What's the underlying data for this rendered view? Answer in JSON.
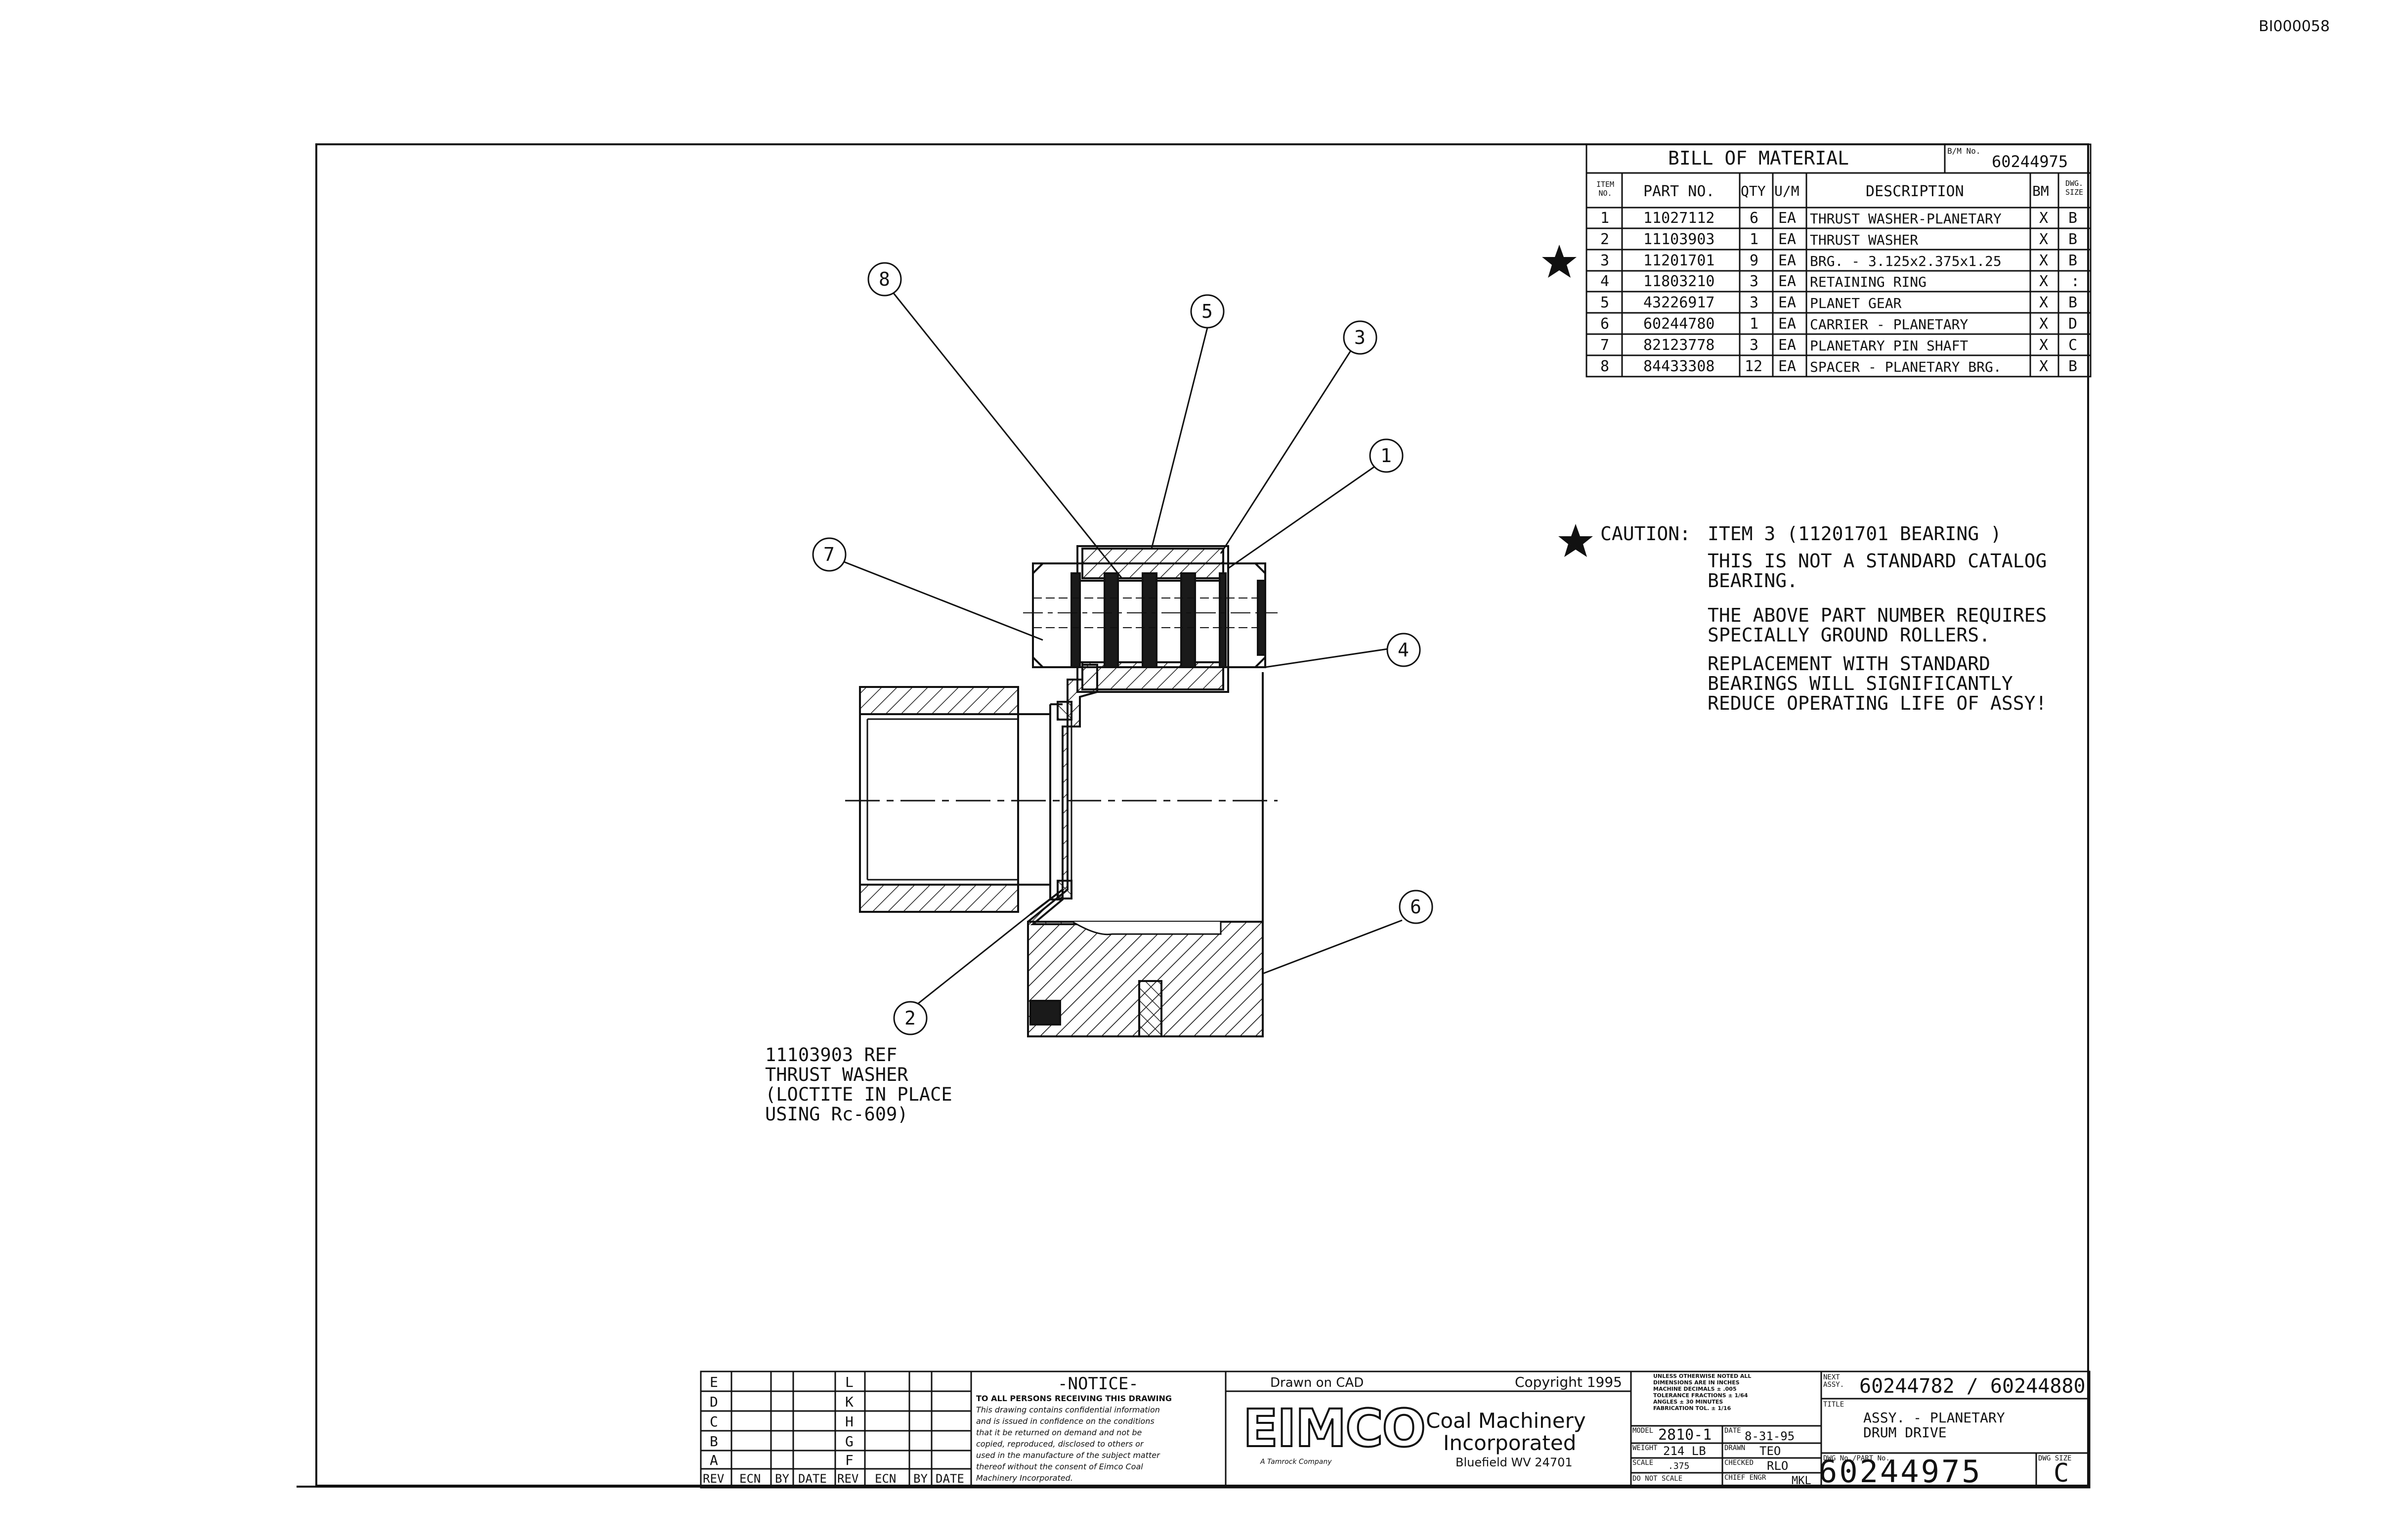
{
  "doc_id": "BI000058",
  "bom": {
    "title": "BILL OF MATERIAL",
    "bm_no_label": "B/M No.",
    "bm_no": "60244975",
    "headers": {
      "item": "ITEM NO.",
      "part": "PART NO.",
      "qty": "QTY",
      "um": "U/M",
      "desc": "DESCRIPTION",
      "bm": "BM",
      "size": "DWG. SIZE"
    },
    "rows": [
      {
        "item": "1",
        "part": "11027112",
        "qty": "6",
        "um": "EA",
        "desc": "THRUST WASHER-PLANETARY",
        "bm": "X",
        "size": "B"
      },
      {
        "item": "2",
        "part": "11103903",
        "qty": "1",
        "um": "EA",
        "desc": "THRUST WASHER",
        "bm": "X",
        "size": "B"
      },
      {
        "item": "3",
        "part": "11201701",
        "qty": "9",
        "um": "EA",
        "desc": "BRG. - 3.125x2.375x1.25",
        "bm": "X",
        "size": "B"
      },
      {
        "item": "4",
        "part": "11803210",
        "qty": "3",
        "um": "EA",
        "desc": "RETAINING RING",
        "bm": "X",
        "size": ":"
      },
      {
        "item": "5",
        "part": "43226917",
        "qty": "3",
        "um": "EA",
        "desc": "PLANET GEAR",
        "bm": "X",
        "size": "B"
      },
      {
        "item": "6",
        "part": "60244780",
        "qty": "1",
        "um": "EA",
        "desc": "CARRIER - PLANETARY",
        "bm": "X",
        "size": "D"
      },
      {
        "item": "7",
        "part": "82123778",
        "qty": "3",
        "um": "EA",
        "desc": "PLANETARY PIN SHAFT",
        "bm": "X",
        "size": "C"
      },
      {
        "item": "8",
        "part": "84433308",
        "qty": "12",
        "um": "EA",
        "desc": "SPACER - PLANETARY BRG.",
        "bm": "X",
        "size": "B"
      }
    ]
  },
  "caution": {
    "label": "CAUTION:",
    "line1": "ITEM 3 (11201701 BEARING )",
    "p1a": "THIS IS NOT A STANDARD CATALOG",
    "p1b": "BEARING.",
    "p2a": "THE ABOVE PART NUMBER REQUIRES",
    "p2b": "SPECIALLY GROUND ROLLERS.",
    "p3a": "REPLACEMENT WITH STANDARD",
    "p3b": "BEARINGS WILL SIGNIFICANTLY",
    "p3c": "REDUCE OPERATING LIFE OF ASSY!"
  },
  "note": {
    "l1": "11103903 REF",
    "l2": "THRUST WASHER",
    "l3": "(LOCTITE IN PLACE",
    "l4": "USING Rc-609)"
  },
  "balloons": [
    "8",
    "5",
    "3",
    "1",
    "7",
    "4",
    "6",
    "2"
  ],
  "title_block": {
    "rev_letters_left": [
      "E",
      "D",
      "C",
      "B",
      "A"
    ],
    "rev_letters_right": [
      "L",
      "K",
      "H",
      "G",
      "F"
    ],
    "rev_headers": [
      "REV",
      "ECN",
      "BY",
      "DATE",
      "REV",
      "ECN",
      "BY",
      "DATE"
    ],
    "notice_title": "-NOTICE-",
    "notice_text": [
      "TO ALL PERSONS RECEIVING THIS DRAWING",
      "This drawing contains confidential information",
      "and is issued in confidence on the conditions",
      "that it be returned on demand and not be",
      "copied, reproduced, disclosed to others or",
      "used in the manufacture of the subject matter",
      "thereof without the consent of Eimco Coal",
      "Machinery Incorporated."
    ],
    "drawn_on": "Drawn on CAD",
    "copyright": "Copyright 1995",
    "logo": "EIMCO",
    "company1": "Coal Machinery",
    "company2": "Incorporated",
    "tagline": "A Tamrock Company",
    "location": "Bluefield WV 24701",
    "tolerance_note": [
      "UNLESS OTHERWISE NOTED ALL",
      "DIMENSIONS ARE IN INCHES",
      "MACHINE  DECIMALS ± .005",
      "TOLERANCE FRACTIONS ± 1/64",
      "ANGLES ± 30 MINUTES",
      "FABRICATION TOL. ± 1/16"
    ],
    "model_label": "MODEL",
    "model": "2810-1",
    "date_label": "DATE",
    "date": "8-31-95",
    "weight_label": "WEIGHT",
    "weight": "214 LB",
    "drawn_label": "DRAWN",
    "drawn": "TEO",
    "scale_label": "SCALE",
    "scale": ".375",
    "checked_label": "CHECKED",
    "checked": "RLO",
    "dns": "DO NOT SCALE",
    "chief_label": "CHIEF ENGR",
    "chief": "MKL",
    "next_assy_label": "NEXT ASSY.",
    "next_assy": "60244782 / 60244880",
    "title_label": "TITLE",
    "title1": "ASSY. - PLANETARY",
    "title2": "DRUM DRIVE",
    "dwg_label": "DWG No./PART No.",
    "dwg_no": "60244975",
    "size_label": "DWG SIZE",
    "size": "C"
  }
}
